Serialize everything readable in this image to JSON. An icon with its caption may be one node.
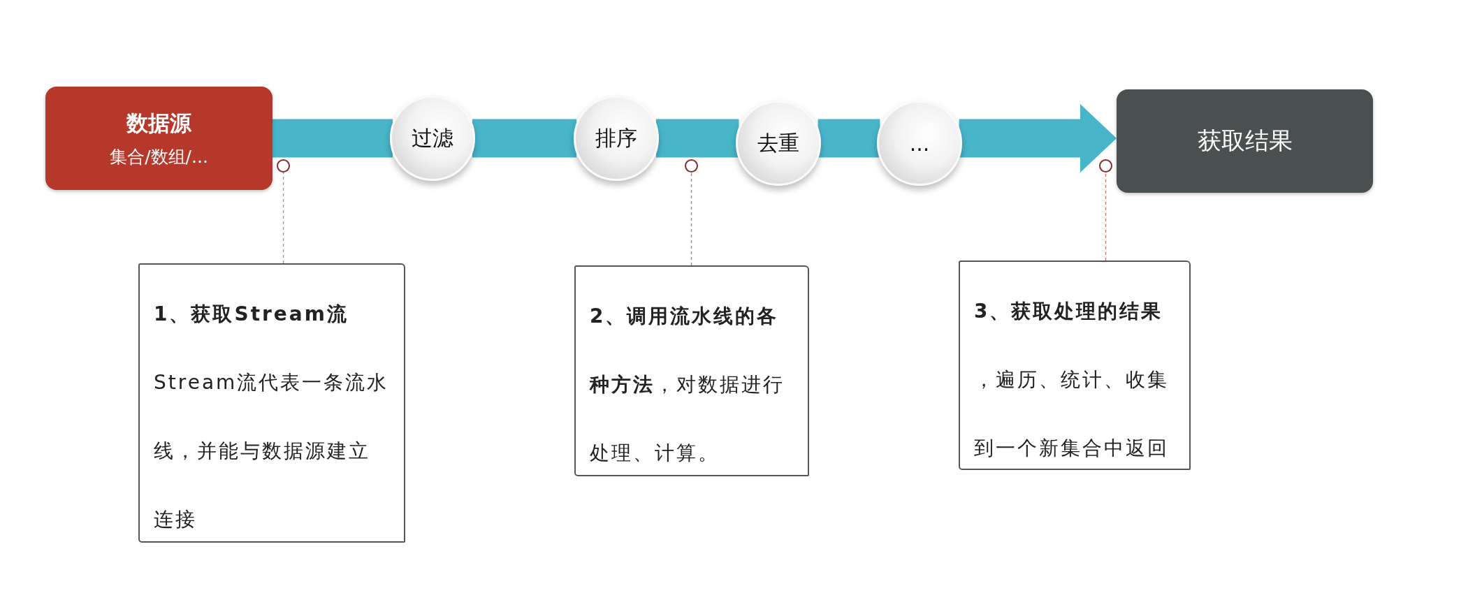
{
  "diagram": {
    "nodes": [
      {
        "text": [
          "数据源",
          "集合/数组/..."
        ]
      },
      {
        "text": [
          "过滤"
        ]
      },
      {
        "text": [
          "排序"
        ]
      },
      {
        "text": [
          "去重"
        ]
      },
      {
        "text": [
          "..."
        ]
      },
      {
        "text": [
          "获取结果"
        ]
      },
      {
        "text": [],
        "shape": "circle"
      },
      {
        "text": [],
        "shape": "circle"
      },
      {
        "text": [],
        "shape": "circle"
      },
      {
        "text": [
          "1、获取Stream流",
          "Stream流代表一条流水线，并能与数据源建立连接"
        ]
      },
      {
        "text": [
          "**2、调用流水线的各种方法**，对数据进行处理、计算。"
        ]
      },
      {
        "text": [
          "3、获取处理的结果",
          "，遍历、统计、收集到一个新集合中返回"
        ]
      }
    ],
    "edges": [
      {
        "from": 0,
        "to": 1,
        "arrow": "none",
        "style": "thick",
        "color": "#48b5c9"
      },
      {
        "from": 1,
        "to": 2,
        "arrow": "none",
        "style": "thick",
        "color": "#48b5c9"
      },
      {
        "from": 2,
        "to": 3,
        "arrow": "none",
        "style": "thick",
        "color": "#48b5c9"
      },
      {
        "from": 3,
        "to": 4,
        "arrow": "none",
        "style": "thick",
        "color": "#48b5c9"
      },
      {
        "from": 4,
        "to": 5,
        "arrow": "to",
        "style": "thick",
        "color": "#48b5c9"
      },
      {
        "from": 9,
        "to": 6,
        "arrow": "none",
        "style": "dashed",
        "color": "#5fae8c"
      },
      {
        "from": 10,
        "to": 7,
        "arrow": "none",
        "style": "dashed",
        "color": "#8a72c4"
      },
      {
        "from": 11,
        "to": 8,
        "arrow": "none",
        "style": "dashed",
        "color": "#d46a6a"
      }
    ]
  }
}
